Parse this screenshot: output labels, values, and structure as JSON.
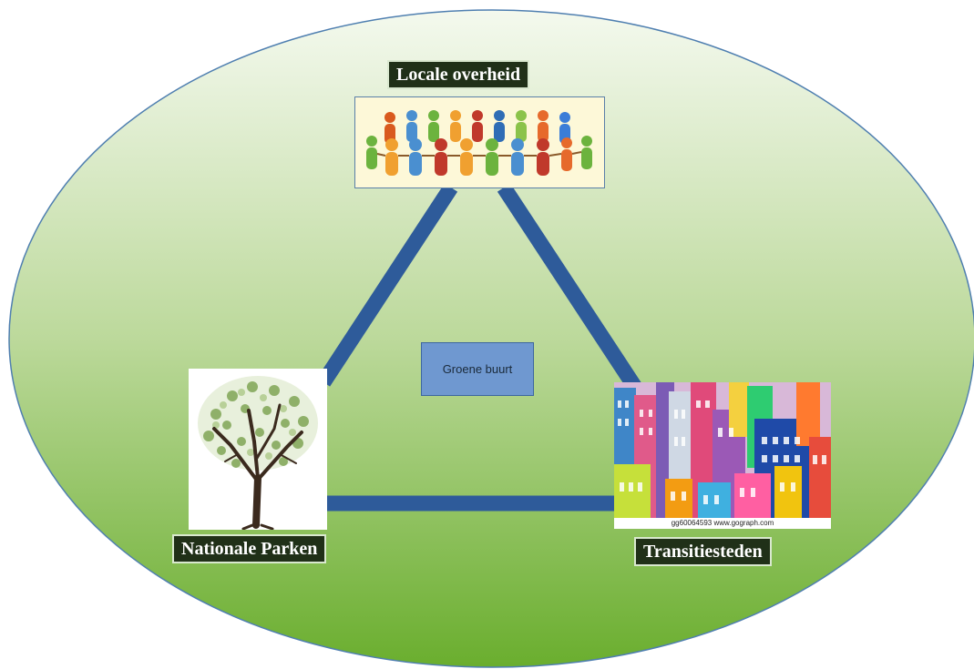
{
  "colors": {
    "ellipse_top": "#f4f9ee",
    "ellipse_mid": "#bcd99b",
    "ellipse_bottom": "#6aae2e",
    "ellipse_border": "#4f7fb0",
    "triangle_edge": "#2e5b9a",
    "label_background": "#203018",
    "label_text": "#ffffff",
    "center_box_fill": "#6f98d0"
  },
  "nodes": {
    "top": {
      "label": "Locale overheid",
      "picture": "people-holding-hands-image"
    },
    "left": {
      "label": "Nationale Parken",
      "picture": "tree-image"
    },
    "right": {
      "label": "Transitiesteden",
      "picture": "colorful-city-image",
      "caption": "gg60064593 www.gograph.com"
    }
  },
  "center": {
    "label": "Groene buurt"
  },
  "edges": [
    {
      "from": "top",
      "to": "left"
    },
    {
      "from": "top",
      "to": "right"
    },
    {
      "from": "left",
      "to": "right"
    }
  ]
}
